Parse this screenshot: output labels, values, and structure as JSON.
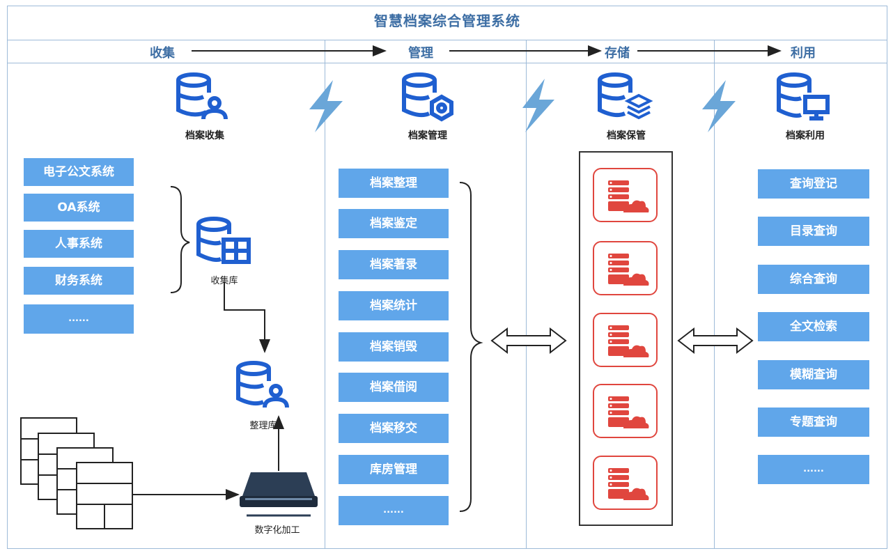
{
  "title": "智慧档案综合管理系统",
  "stages": [
    "收集",
    "管理",
    "存储",
    "利用"
  ],
  "sections": {
    "collect": "档案收集",
    "manage": "档案管理",
    "store": "档案保管",
    "use": "档案利用"
  },
  "collect_sources": [
    "电子公文系统",
    "OA系统",
    "人事系统",
    "财务系统",
    "......"
  ],
  "collect_db": "收集库",
  "organize_db": "整理库",
  "digitize": "数字化加工",
  "manage_items": [
    "档案整理",
    "档案鉴定",
    "档案著录",
    "档案统计",
    "档案销毁",
    "档案借阅",
    "档案移交",
    "库房管理",
    "......"
  ],
  "use_items": [
    "查询登记",
    "目录查询",
    "综合查询",
    "全文检索",
    "模糊查询",
    "专题查询",
    "......"
  ],
  "colors": {
    "title": "#3d6ea4",
    "box": "#60a6ea",
    "icon": "#1f5fd0",
    "server": "#e0463e",
    "bolt": "#6aa6d8"
  }
}
